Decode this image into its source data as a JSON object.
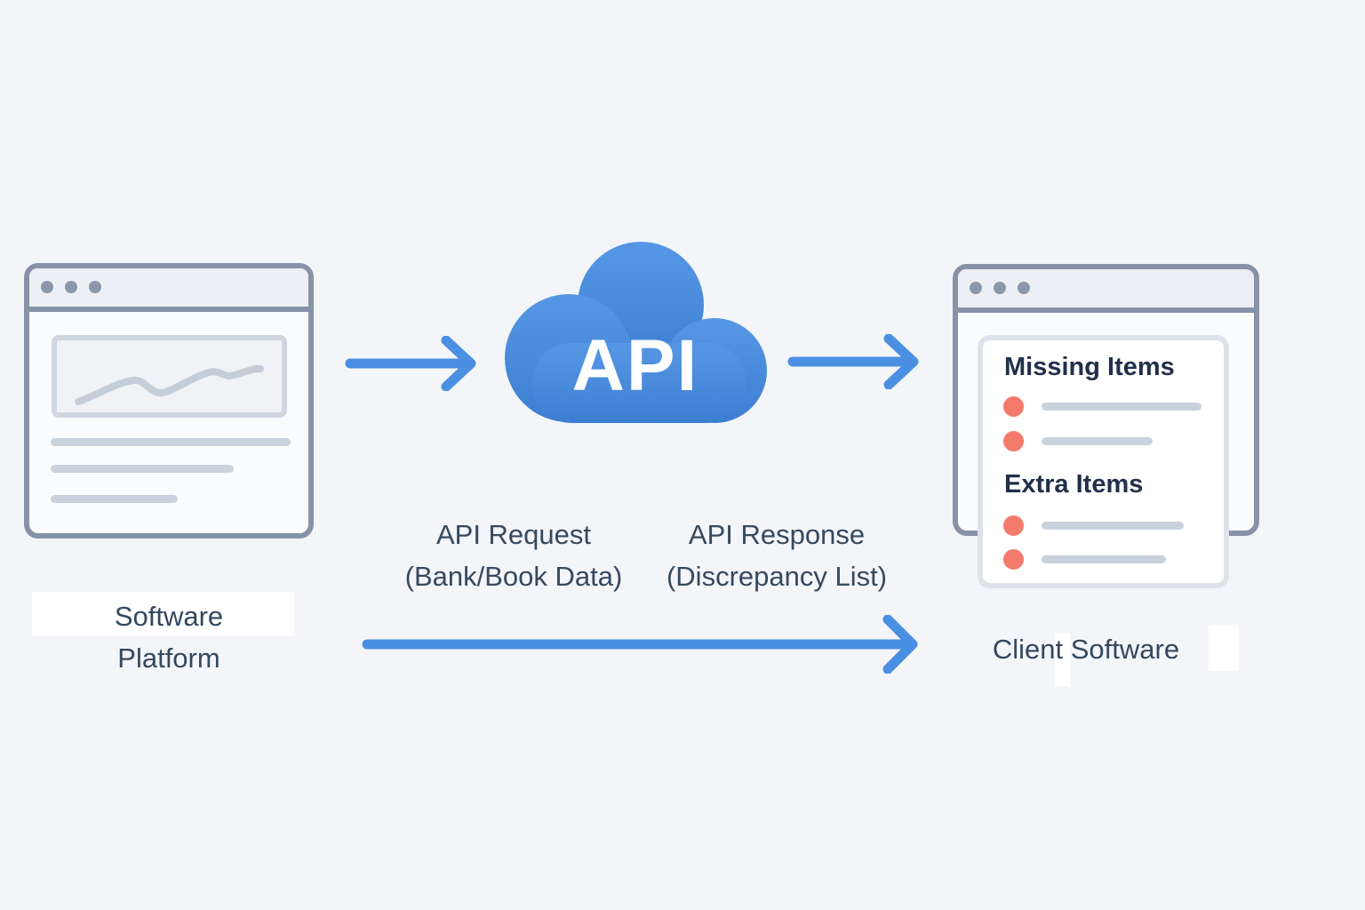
{
  "colors": {
    "background": "#f3f5f9",
    "window_frame": "#8693a7",
    "titlebar_fill": "#eceff3",
    "accent_blue": "#4a8fe2",
    "cloud_blue_top": "#5697e5",
    "cloud_blue_bottom": "#3d7ed1",
    "bullet_red": "#f47a6c",
    "placeholder_gray": "#c9d2dd",
    "heading_text": "#21304a",
    "label_text": "#33485f"
  },
  "left_window": {
    "label_line1": "Software",
    "label_line2": "Platform"
  },
  "cloud": {
    "label": "API"
  },
  "flow": {
    "request": {
      "line1": "API Request",
      "line2": "(Bank/Book Data)"
    },
    "response": {
      "line1": "API Response",
      "line2": "(Discrepancy List)"
    }
  },
  "client_window": {
    "label": "Client Software",
    "sections": [
      {
        "title": "Missing Items",
        "item_count": 2
      },
      {
        "title": "Extra Items",
        "item_count": 2
      }
    ]
  }
}
